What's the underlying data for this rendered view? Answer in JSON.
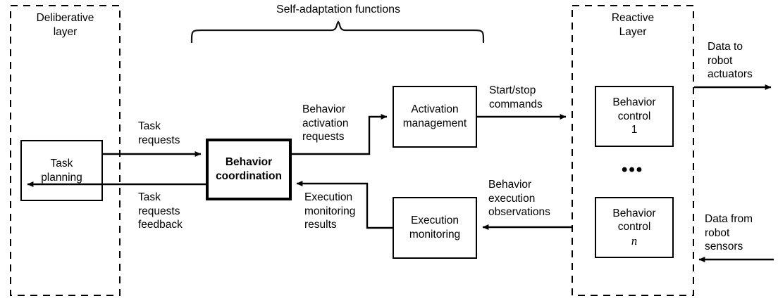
{
  "diagram": {
    "title": "Self-adaptation functions",
    "layers": [
      {
        "id": "deliberative",
        "label": "Deliberative\nlayer"
      },
      {
        "id": "reactive",
        "label": "Reactive\nLayer"
      }
    ],
    "boxes": [
      {
        "id": "task-planning",
        "label": "Task\nplanning",
        "bold": false
      },
      {
        "id": "behavior-coordination",
        "label": "Behavior\ncoordination",
        "bold": true
      },
      {
        "id": "activation-management",
        "label": "Activation\nmanagement",
        "bold": false
      },
      {
        "id": "execution-monitoring",
        "label": "Execution\nmonitoring",
        "bold": false
      },
      {
        "id": "behavior-control-1",
        "label": "Behavior\ncontrol\n1",
        "bold": false
      },
      {
        "id": "behavior-control-n",
        "label_top": "Behavior\ncontrol",
        "label_index": "n",
        "bold": false
      }
    ],
    "ellipsis": "•••",
    "edge_labels": [
      {
        "id": "task-requests",
        "text": "Task\nrequests"
      },
      {
        "id": "task-requests-feedback",
        "text": "Task\nrequests\nfeedback"
      },
      {
        "id": "behavior-activation-requests",
        "text": "Behavior\nactivation\nrequests"
      },
      {
        "id": "execution-monitoring-results",
        "text": "Execution\nmonitoring\nresults"
      },
      {
        "id": "start-stop-commands",
        "text": "Start/stop\ncommands"
      },
      {
        "id": "behavior-execution-observations",
        "text": "Behavior\nexecution\nobservations"
      },
      {
        "id": "data-to-robot-actuators",
        "text": "Data to\nrobot\nactuators"
      },
      {
        "id": "data-from-robot-sensors",
        "text": "Data from\nrobot\nsensors"
      }
    ],
    "colors": {
      "stroke": "#000000",
      "background": "#ffffff"
    }
  }
}
